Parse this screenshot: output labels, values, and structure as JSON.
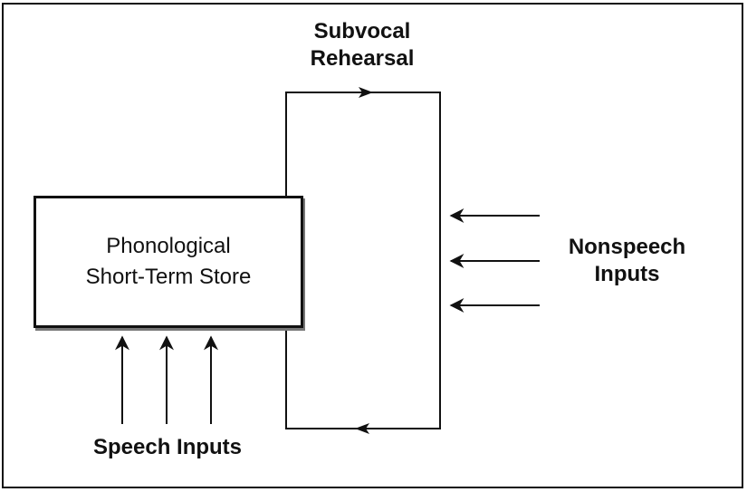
{
  "diagram": {
    "type": "phonological-loop-model",
    "nodes": {
      "store": {
        "line1": "Phonological",
        "line2": "Short-Term Store"
      },
      "rehearsal": {
        "line1": "Subvocal",
        "line2": "Rehearsal"
      },
      "speech_inputs": {
        "label": "Speech Inputs",
        "arrow_count": 3,
        "direction": "up"
      },
      "nonspeech_inputs": {
        "line1": "Nonspeech",
        "line2": "Inputs",
        "arrow_count": 3,
        "direction": "left"
      }
    },
    "loop": {
      "top_arrow_direction": "right",
      "bottom_arrow_direction": "left"
    },
    "colors": {
      "ink": "#111111",
      "background": "#ffffff"
    }
  }
}
